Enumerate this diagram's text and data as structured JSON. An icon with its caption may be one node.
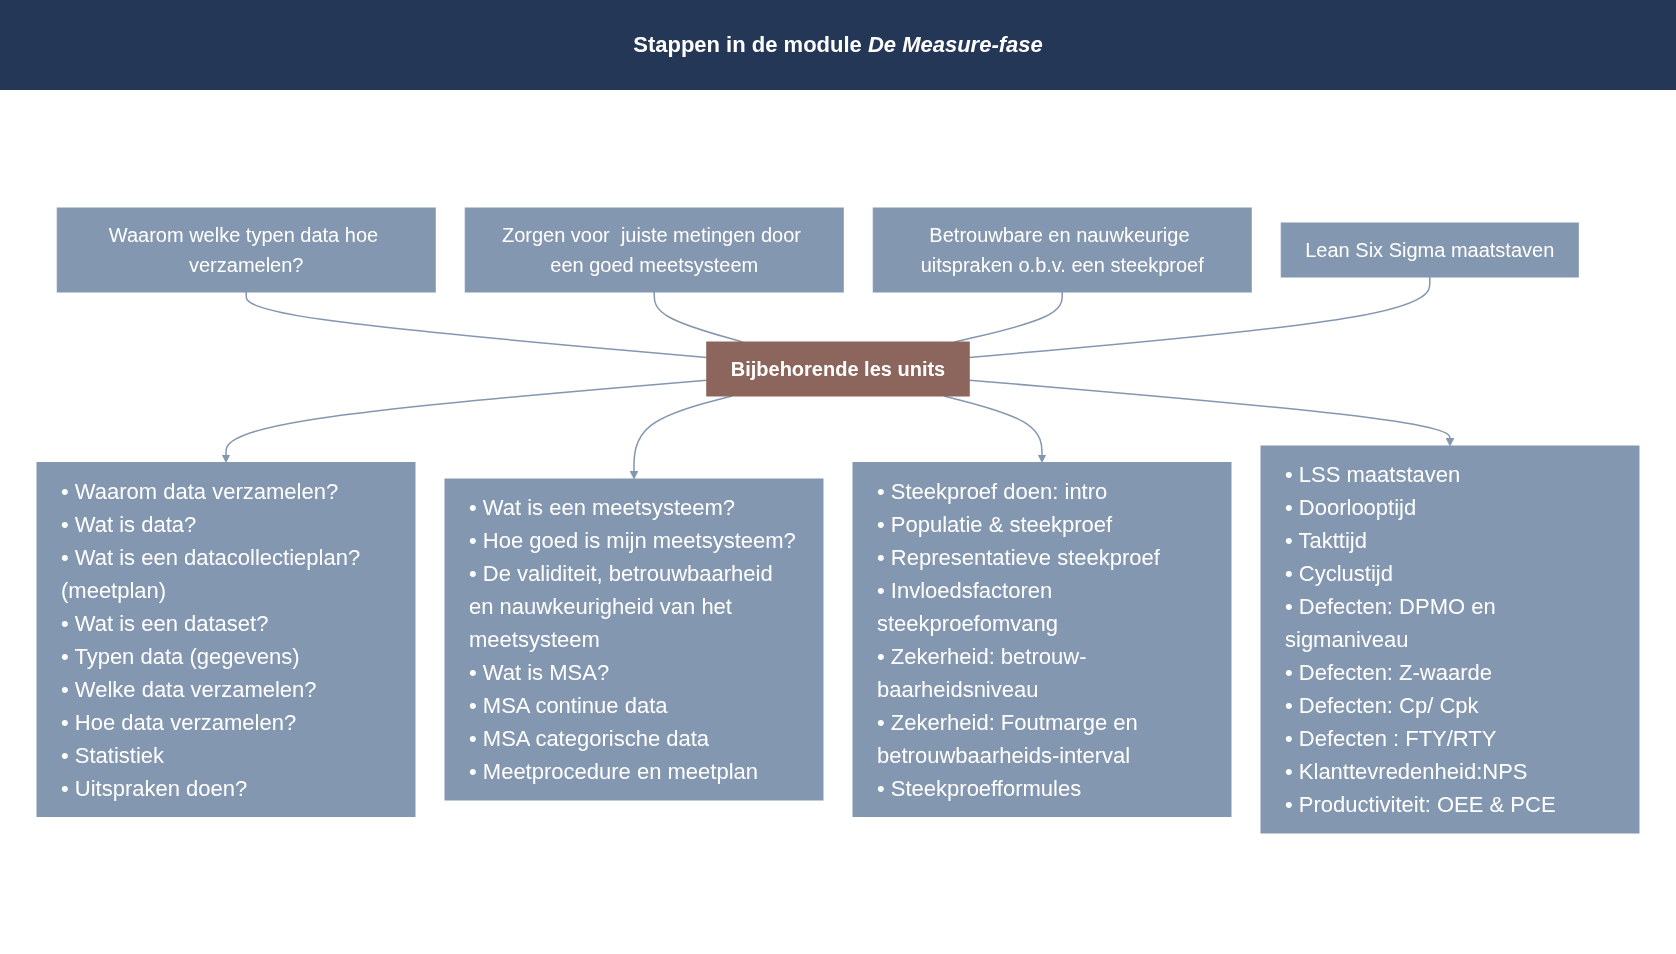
{
  "diagram": {
    "title": "Stappen in de module *De Measure-fase*",
    "nodes": [
      {
        "text": [
          "Waarom welke typen data hoe verzamelen?"
        ]
      },
      {
        "text": [
          "Zorgen voor  juiste metingen door een goed meetsysteem"
        ]
      },
      {
        "text": [
          "Betrouwbare en nauwkeurige uitspraken o.b.v. een steekproef"
        ]
      },
      {
        "text": [
          "Lean Six Sigma maatstaven"
        ]
      },
      {
        "text": [
          "Bijbehorende les units"
        ]
      },
      {
        "text": [
          "• Waarom data verzamelen?",
          "• Wat is data?",
          "• Wat is een datacollectieplan? (meetplan)",
          "• Wat is een dataset?",
          "• Typen data (gegevens)",
          "• Welke data verzamelen?",
          "• Hoe data verzamelen?",
          "• Statistiek",
          "• Uitspraken doen?"
        ]
      },
      {
        "text": [
          "• Wat is een meetsysteem?",
          "• Hoe goed is mijn meetsysteem?",
          "• De validiteit, betrouwbaarheid en nauwkeurigheid van het meetsysteem",
          "• Wat is MSA?",
          "• MSA continue data",
          "• MSA categorische data",
          "• Meetprocedure en meetplan"
        ]
      },
      {
        "text": [
          "• Steekproef doen: intro",
          "• Populatie & steekproef",
          "• Representatieve steekproef",
          "• Invloedsfactoren steekproefomvang",
          "• Zekerheid: betrouw-baarheidsniveau",
          "• Zekerheid: Foutmarge en betrouwbaarheids-interval",
          "• Steekproefformules"
        ]
      },
      {
        "text": [
          "• LSS maatstaven",
          "• Doorlooptijd",
          "• Takttijd",
          "• Cyclustijd",
          "• Defecten: DPMO en sigmaniveau",
          "• Defecten: Z-waarde",
          "• Defecten: Cp/ Cpk",
          "• Defecten : FTY/RTY",
          "• Klanttevredenheid:NPS",
          "• Productiviteit: OEE & PCE"
        ]
      }
    ],
    "edges": [
      {
        "from": 0,
        "to": 4,
        "arrow": "none"
      },
      {
        "from": 1,
        "to": 4,
        "arrow": "none"
      },
      {
        "from": 2,
        "to": 4,
        "arrow": "none"
      },
      {
        "from": 3,
        "to": 4,
        "arrow": "none"
      },
      {
        "from": 4,
        "to": 5,
        "arrow": "to"
      },
      {
        "from": 4,
        "to": 6,
        "arrow": "to"
      },
      {
        "from": 4,
        "to": 7,
        "arrow": "to"
      },
      {
        "from": 4,
        "to": 8,
        "arrow": "to"
      }
    ]
  }
}
